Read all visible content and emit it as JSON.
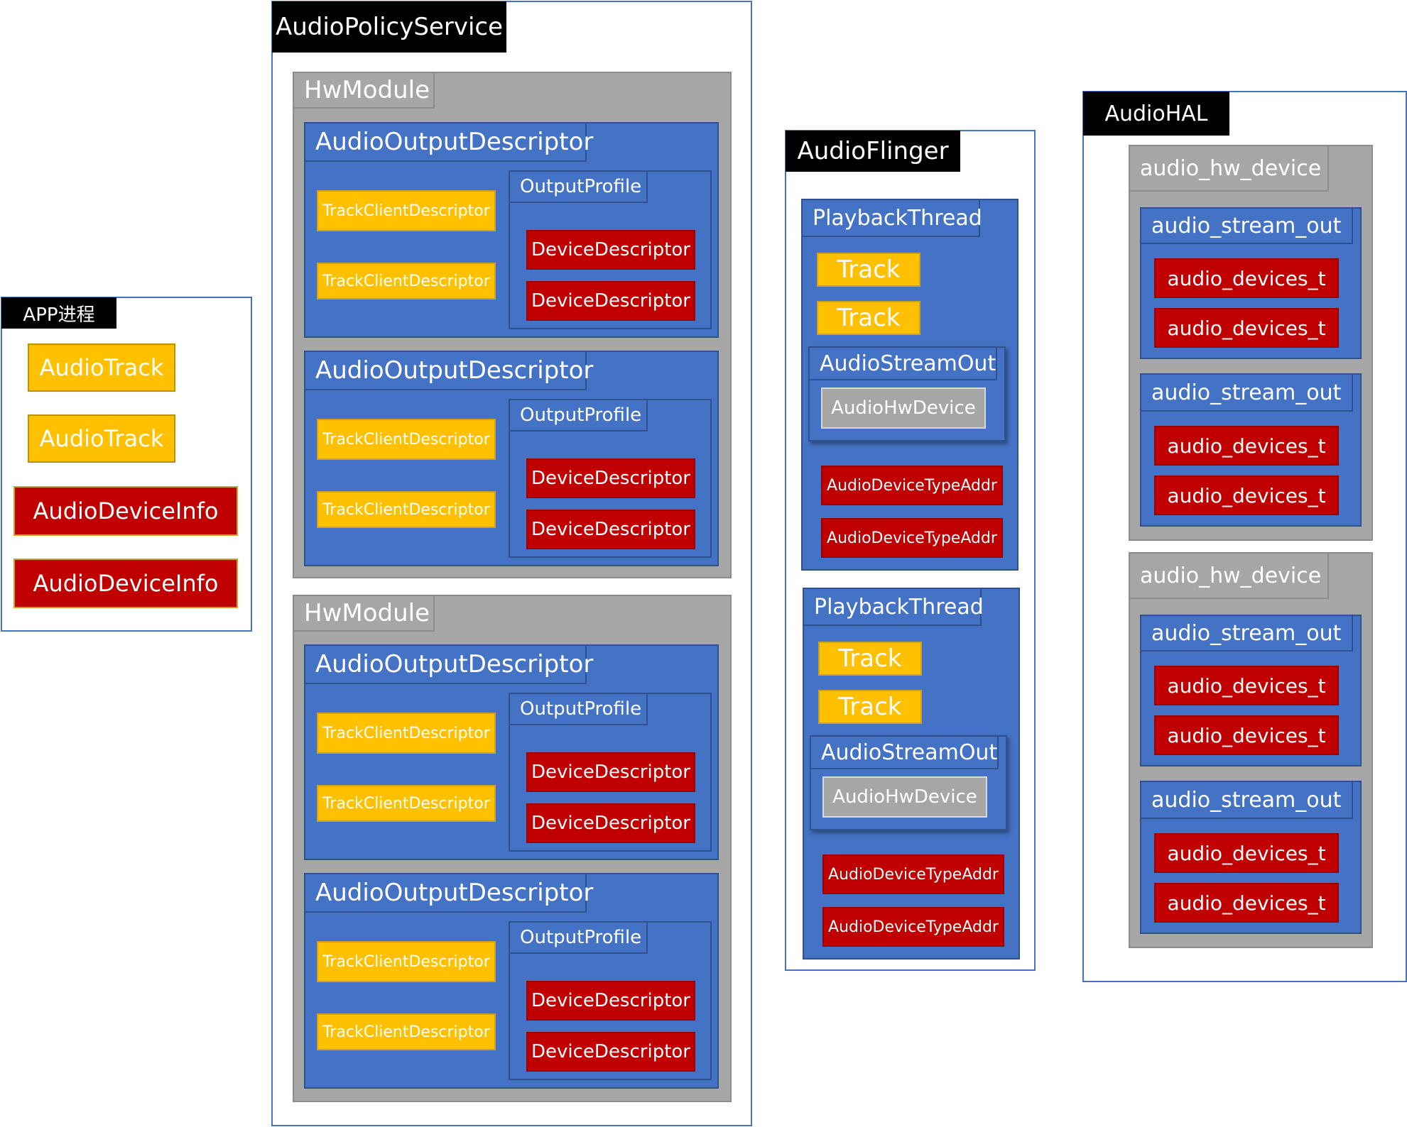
{
  "app": {
    "title": "APP进程",
    "audio_tracks": [
      "AudioTrack",
      "AudioTrack"
    ],
    "device_infos": [
      "AudioDeviceInfo",
      "AudioDeviceInfo"
    ]
  },
  "policy": {
    "title": "AudioPolicyService",
    "hw_modules": [
      {
        "label": "HwModule",
        "descriptors": [
          {
            "label": "AudioOutputDescriptor",
            "tracks": [
              "TrackClientDescriptor",
              "TrackClientDescriptor"
            ],
            "profile": {
              "label": "OutputProfile",
              "devices": [
                "DeviceDescriptor",
                "DeviceDescriptor"
              ]
            }
          },
          {
            "label": "AudioOutputDescriptor",
            "tracks": [
              "TrackClientDescriptor",
              "TrackClientDescriptor"
            ],
            "profile": {
              "label": "OutputProfile",
              "devices": [
                "DeviceDescriptor",
                "DeviceDescriptor"
              ]
            }
          }
        ]
      },
      {
        "label": "HwModule",
        "descriptors": [
          {
            "label": "AudioOutputDescriptor",
            "tracks": [
              "TrackClientDescriptor",
              "TrackClientDescriptor"
            ],
            "profile": {
              "label": "OutputProfile",
              "devices": [
                "DeviceDescriptor",
                "DeviceDescriptor"
              ]
            }
          },
          {
            "label": "AudioOutputDescriptor",
            "tracks": [
              "TrackClientDescriptor",
              "TrackClientDescriptor"
            ],
            "profile": {
              "label": "OutputProfile",
              "devices": [
                "DeviceDescriptor",
                "DeviceDescriptor"
              ]
            }
          }
        ]
      }
    ]
  },
  "flinger": {
    "title": "AudioFlinger",
    "threads": [
      {
        "label": "PlaybackThread",
        "tracks": [
          "Track",
          "Track"
        ],
        "stream_out": {
          "label": "AudioStreamOut",
          "hw_device": "AudioHwDevice"
        },
        "device_addrs": [
          "AudioDeviceTypeAddr",
          "AudioDeviceTypeAddr"
        ]
      },
      {
        "label": "PlaybackThread",
        "tracks": [
          "Track",
          "Track"
        ],
        "stream_out": {
          "label": "AudioStreamOut",
          "hw_device": "AudioHwDevice"
        },
        "device_addrs": [
          "AudioDeviceTypeAddr",
          "AudioDeviceTypeAddr"
        ]
      }
    ]
  },
  "hal": {
    "title": "AudioHAL",
    "hw_devices": [
      {
        "label": "audio_hw_device",
        "streams": [
          {
            "label": "audio_stream_out",
            "devices": [
              "audio_devices_t",
              "audio_devices_t"
            ]
          },
          {
            "label": "audio_stream_out",
            "devices": [
              "audio_devices_t",
              "audio_devices_t"
            ]
          }
        ]
      },
      {
        "label": "audio_hw_device",
        "streams": [
          {
            "label": "audio_stream_out",
            "devices": [
              "audio_devices_t",
              "audio_devices_t"
            ]
          },
          {
            "label": "audio_stream_out",
            "devices": [
              "audio_devices_t",
              "audio_devices_t"
            ]
          }
        ]
      }
    ]
  },
  "colors": {
    "container_border": "#4472c4",
    "blue": "#4472c4",
    "gray": "#a6a6a6",
    "yellow": "#ffc000",
    "red": "#c00000",
    "title_bg": "#000000"
  }
}
